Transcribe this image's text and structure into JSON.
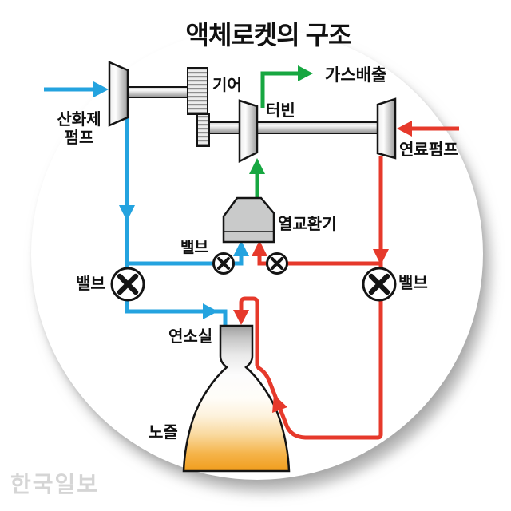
{
  "title": "액체로켓의 구조",
  "watermark": "한국일보",
  "colors": {
    "oxidizer": "#24a3df",
    "fuel": "#e6392b",
    "exhaust": "#17a741"
  },
  "labels": {
    "oxidizer_pump": "산화제\n펌프",
    "gear": "기어",
    "turbine": "터빈",
    "gas_exhaust": "가스배출",
    "fuel_pump": "연료펌프",
    "heat_exchanger": "열교환기",
    "valve_bypass": "밸브",
    "valve_oxidizer": "밸브",
    "valve_fuel": "밸브",
    "combustion_chamber": "연소실",
    "nozzle": "노즐"
  }
}
